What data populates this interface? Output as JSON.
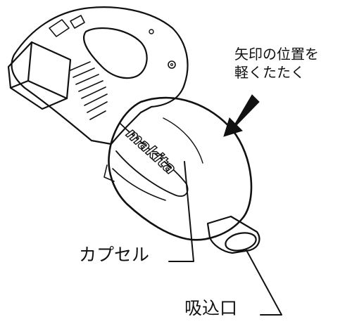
{
  "instruction": {
    "line1": "矢印の位置を",
    "line2": "軽くたたく"
  },
  "labels": {
    "capsule": "カプセル",
    "inlet": "吸込口"
  },
  "brand": {
    "logo_text": "makita"
  },
  "colors": {
    "ink": "#111111",
    "background": "#ffffff"
  }
}
